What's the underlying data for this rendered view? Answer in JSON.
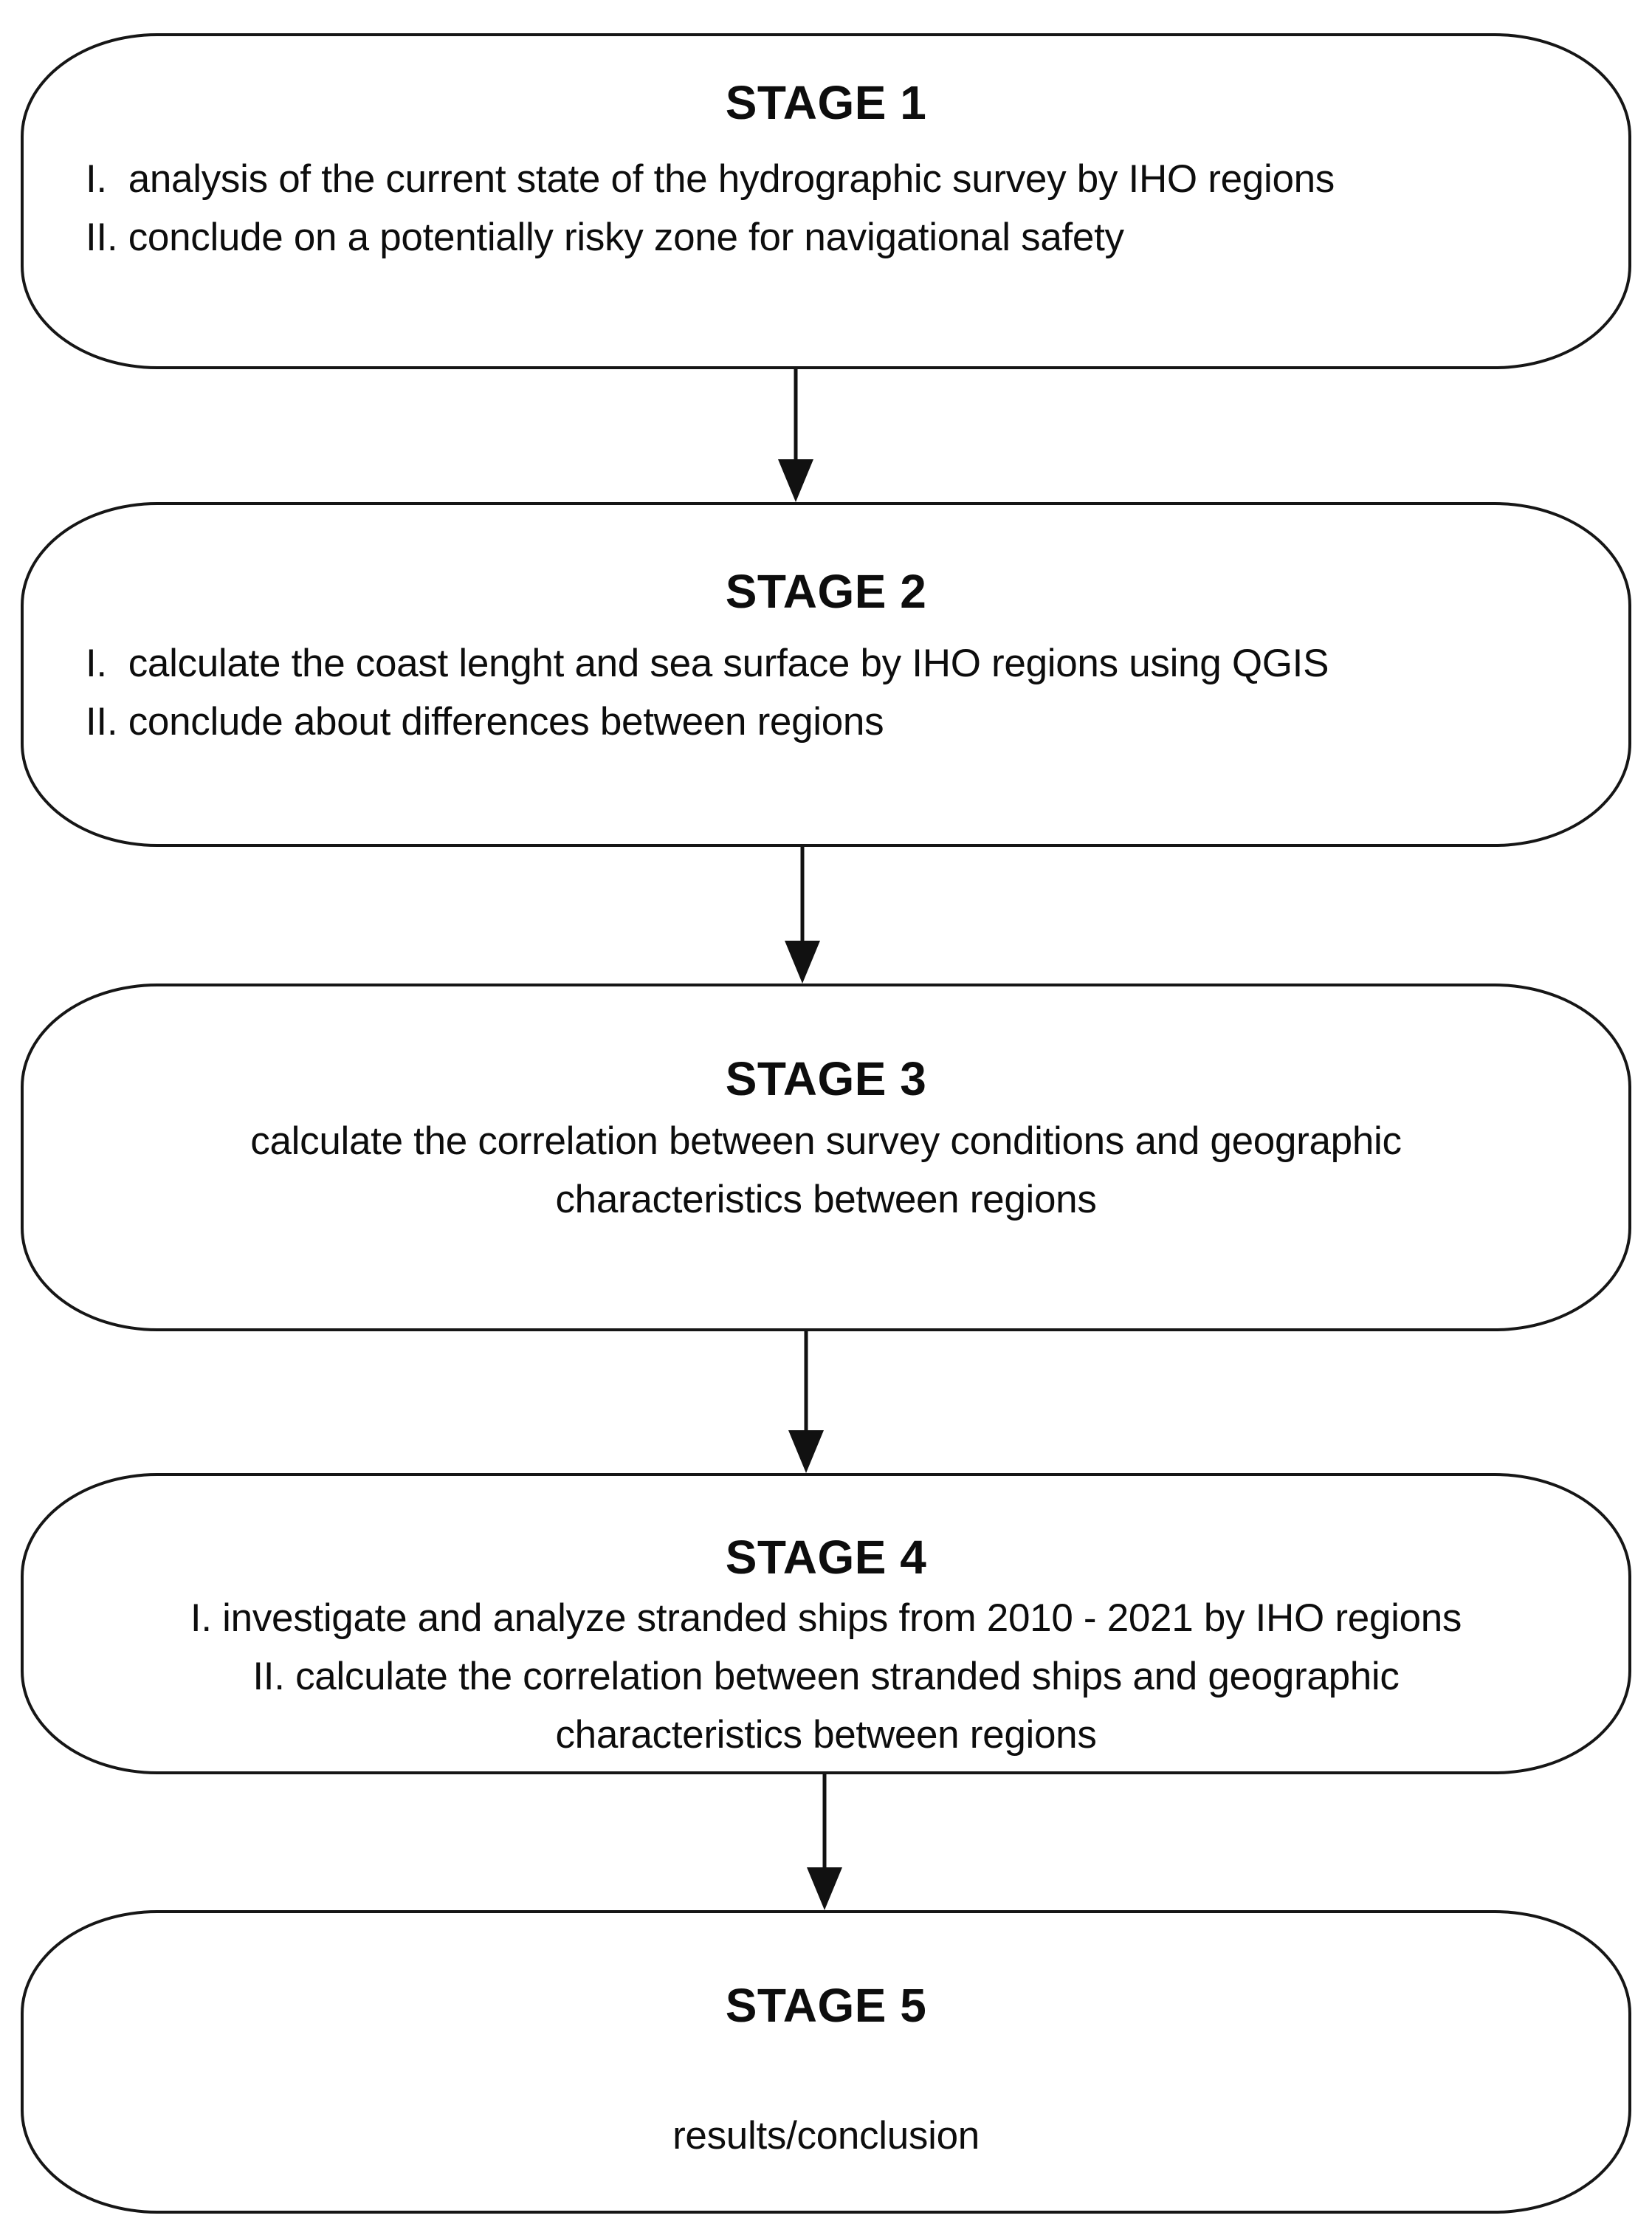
{
  "diagram": {
    "type": "flowchart",
    "direction": "top-to-bottom",
    "colors": {
      "ink": "#111111",
      "background": "#ffffff"
    },
    "stages": [
      {
        "title": "STAGE 1",
        "text_align": "left",
        "lines": [
          "I.  analysis of the current state of the hydrographic survey by IHO regions",
          "II. conclude on a potentially risky zone for navigational safety"
        ]
      },
      {
        "title": "STAGE 2",
        "text_align": "left",
        "lines": [
          "I.  calculate the coast lenght and sea surface by IHO regions using QGIS",
          "II. conclude about differences between regions"
        ]
      },
      {
        "title": "STAGE 3",
        "text_align": "center",
        "lines": [
          "calculate the correlation between survey conditions and geographic",
          "characteristics between regions"
        ]
      },
      {
        "title": "STAGE 4",
        "text_align": "center",
        "lines": [
          "I. investigate and analyze stranded ships from 2010 - 2021 by IHO regions",
          "II. calculate the correlation between stranded ships and geographic",
          "characteristics between regions"
        ]
      },
      {
        "title": "STAGE 5",
        "text_align": "center",
        "lines": [
          "results/conclusion"
        ]
      }
    ],
    "connectors": [
      {
        "from": "STAGE 1",
        "to": "STAGE 2",
        "style": "arrow-down"
      },
      {
        "from": "STAGE 2",
        "to": "STAGE 3",
        "style": "arrow-down"
      },
      {
        "from": "STAGE 3",
        "to": "STAGE 4",
        "style": "arrow-down"
      },
      {
        "from": "STAGE 4",
        "to": "STAGE 5",
        "style": "arrow-down"
      }
    ]
  }
}
